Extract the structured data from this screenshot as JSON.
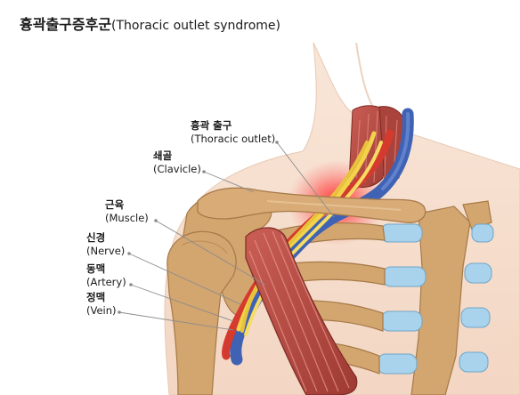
{
  "title": {
    "korean": "흉곽출구증후군",
    "english": "(Thoracic outlet syndrome)"
  },
  "labels": {
    "thoracic_outlet": {
      "ko": "흉곽 출구",
      "en": "(Thoracic outlet)"
    },
    "clavicle": {
      "ko": "쇄골",
      "en": "(Clavicle)"
    },
    "muscle": {
      "ko": "근육",
      "en": "(Muscle)"
    },
    "nerve": {
      "ko": "신경",
      "en": "(Nerve)"
    },
    "artery": {
      "ko": "동맥",
      "en": "(Artery)"
    },
    "vein": {
      "ko": "정맥",
      "en": "(Vein)"
    }
  },
  "colors": {
    "skin": "#f6dfcf",
    "bone": "#d3a56f",
    "muscle": "#b94a42",
    "nerve": "#f2d34a",
    "artery": "#d43a2e",
    "vein": "#3f62b4",
    "cartilage": "#a9d3ec",
    "highlight": "#ff3a3a"
  }
}
